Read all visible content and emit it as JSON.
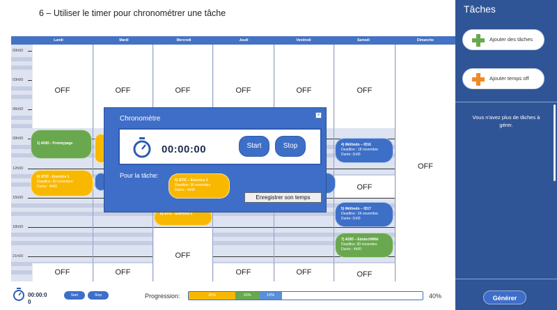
{
  "header": {
    "step_title": "6 – Utiliser le timer pour chronométrer une tâche"
  },
  "calendar": {
    "days": [
      "Lundi",
      "Mardi",
      "Mercredi",
      "Jeudi",
      "Vendredi",
      "Samedi",
      "Dimanche"
    ],
    "hours": [
      "00h00",
      "03h00",
      "06h00",
      "09h00",
      "12h00",
      "15h00",
      "18h00",
      "21h00"
    ],
    "off_label": "OFF",
    "tasks": [
      {
        "title": "1) ADID - Prototypage",
        "deadline": "",
        "duree": ""
      },
      {
        "title": "6) STIC - Exercice 1",
        "deadline": "Deadline :30 novembre",
        "duree": "Durée : 4h00"
      },
      {
        "title": "4) Méthodo – ID16",
        "deadline": "Deadline : 18 novembre",
        "duree": "Durée :1h00"
      },
      {
        "title": "5) Méthodo – ID17",
        "deadline": "Deadline : 24 novembre",
        "duree": "Durée :1h00"
      },
      {
        "title": "7) ADID – EdutechWiki",
        "deadline": "Deadline :30 novembre",
        "duree": "Durée : 4h00"
      },
      {
        "title": "6) STIC - Exercice 2",
        "deadline": "",
        "duree": ""
      }
    ]
  },
  "modal": {
    "title": "Chronomètre",
    "close_icon": "close-icon",
    "timer_value": "00:00:00",
    "start_label": "Start",
    "stop_label": "Stop",
    "task_label": "Pour la tâche:",
    "selected_task": {
      "title": "6) STIC – Exercice 1",
      "deadline": "Deadline :30 novembre",
      "duree": "Durée : 4h00"
    },
    "save_label": "Enregistrer son temps"
  },
  "sidebar": {
    "title": "Tâches",
    "add_tasks_label": "Ajouter des tâches",
    "add_time_off_label": "Ajouter temps off",
    "message": "Vous n'avez plus de tâches à gérer.",
    "generate_label": "Générer"
  },
  "footer": {
    "timer_value": "00:00:00",
    "start_label": "Start",
    "stop_label": "Stop",
    "progress_label": "Progression:",
    "segments": [
      {
        "label": "20%",
        "value": 20,
        "color": "#f9b800"
      },
      {
        "label": "10%",
        "value": 10,
        "color": "#6aa84f"
      },
      {
        "label": "10%",
        "value": 10,
        "color": "#5b8fd6"
      }
    ],
    "progress_total": "40%"
  },
  "colors": {
    "header_blue": "#4472c4",
    "sidebar_blue": "#2f5597",
    "task_green": "#6aa84f",
    "task_yellow": "#f9b800",
    "task_blue": "#3d6fc7"
  }
}
